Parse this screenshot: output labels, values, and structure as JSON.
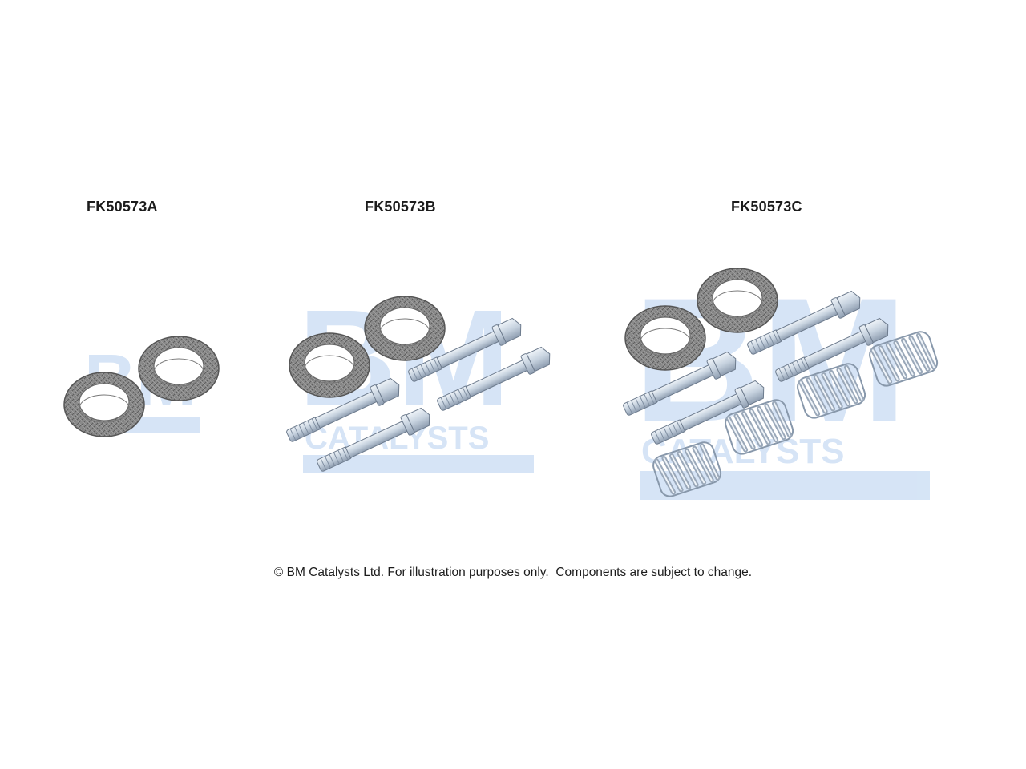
{
  "kits": [
    {
      "code": "FK50573A"
    },
    {
      "code": "FK50573B"
    },
    {
      "code": "FK50573C"
    }
  ],
  "footer": {
    "copyright": "© BM Catalysts Ltd. For illustration purposes only.",
    "disclaimer": "Components are subject to change."
  },
  "colors": {
    "watermark": "#cfe0f5",
    "gasket": "#7a7a7a",
    "metal": "#c7d3e0",
    "spring": "#a9b6c6"
  },
  "icons": [
    "bm-catalysts-watermark-logo",
    "gasket-ring-icon",
    "bolt-icon",
    "spring-icon"
  ]
}
